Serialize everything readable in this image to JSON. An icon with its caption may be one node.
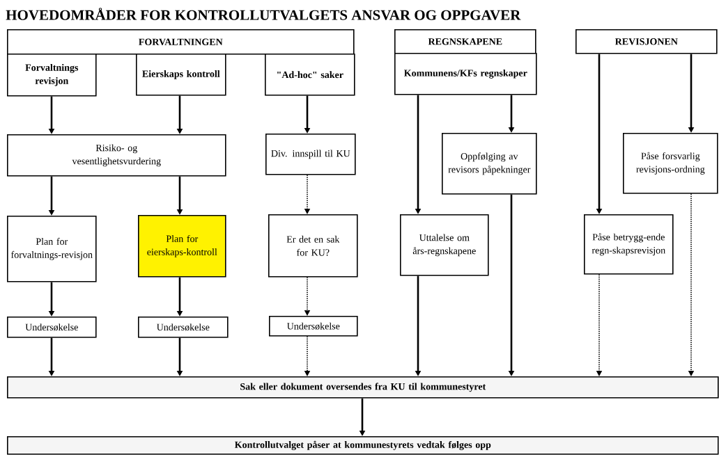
{
  "diagram": {
    "title": "HOVEDOMRÅDER FOR KONTROLLUTVALGETS ANSVAR OG OPPGAVER",
    "nodes": [
      {
        "text": [
          "FORVALTNINGEN"
        ]
      },
      {
        "text": [
          "Forvaltnings revisjon"
        ]
      },
      {
        "text": [
          "Eierskaps kontroll"
        ]
      },
      {
        "text": [
          "\"Ad-hoc\" saker"
        ]
      },
      {
        "text": [
          "REGNSKAPENE"
        ]
      },
      {
        "text": [
          "Kommunens/KFs regnskaper"
        ]
      },
      {
        "text": [
          "REVISJONEN"
        ]
      },
      {
        "text": [
          "Risiko- og vesentlighetsvurdering"
        ]
      },
      {
        "text": [
          "Div. innspill til KU"
        ]
      },
      {
        "text": [
          "Oppfølging av revisors påpekninger"
        ]
      },
      {
        "text": [
          "Påse forsvarlig revisjons-ordning"
        ]
      },
      {
        "text": [
          "Plan for forvaltnings-revisjon"
        ]
      },
      {
        "text": [
          "Plan for eierskaps-kontroll"
        ]
      },
      {
        "text": [
          "Er det en sak for KU?"
        ]
      },
      {
        "text": [
          "Uttalelse om års-regnskapene"
        ]
      },
      {
        "text": [
          "Påse betrygg-ende regn-skapsrevisjon"
        ]
      },
      {
        "text": [
          "Undersøkelse"
        ]
      },
      {
        "text": [
          "Undersøkelse"
        ]
      },
      {
        "text": [
          "Undersøkelse"
        ]
      },
      {
        "text": [
          "Sak eller dokument oversendes fra KU til kommunestyret"
        ]
      },
      {
        "text": [
          "Kontrollutvalget påser at kommunestyrets vedtak følges opp"
        ]
      }
    ],
    "edges": [
      {
        "from": 1,
        "to": 7,
        "arrow": "to"
      },
      {
        "from": 2,
        "to": 7,
        "arrow": "to"
      },
      {
        "from": 3,
        "to": 8,
        "arrow": "to"
      },
      {
        "from": 5,
        "to": 14,
        "arrow": "to"
      },
      {
        "from": 5,
        "to": 9,
        "arrow": "to"
      },
      {
        "from": 6,
        "to": 15,
        "arrow": "to"
      },
      {
        "from": 6,
        "to": 10,
        "arrow": "to"
      },
      {
        "from": 7,
        "to": 11,
        "arrow": "to"
      },
      {
        "from": 7,
        "to": 12,
        "arrow": "to"
      },
      {
        "from": 8,
        "to": 13,
        "arrow": "to",
        "style": "dashed"
      },
      {
        "from": 11,
        "to": 16,
        "arrow": "to"
      },
      {
        "from": 12,
        "to": 17,
        "arrow": "to"
      },
      {
        "from": 13,
        "to": 18,
        "arrow": "to",
        "style": "dashed"
      },
      {
        "from": 16,
        "to": 19,
        "arrow": "to"
      },
      {
        "from": 17,
        "to": 19,
        "arrow": "to"
      },
      {
        "from": 18,
        "to": 19,
        "arrow": "to",
        "style": "dashed"
      },
      {
        "from": 14,
        "to": 19,
        "arrow": "to"
      },
      {
        "from": 9,
        "to": 19,
        "arrow": "to"
      },
      {
        "from": 15,
        "to": 19,
        "arrow": "to",
        "style": "dashed"
      },
      {
        "from": 10,
        "to": 19,
        "arrow": "to",
        "style": "dashed"
      },
      {
        "from": 19,
        "to": 20,
        "arrow": "to"
      }
    ]
  }
}
